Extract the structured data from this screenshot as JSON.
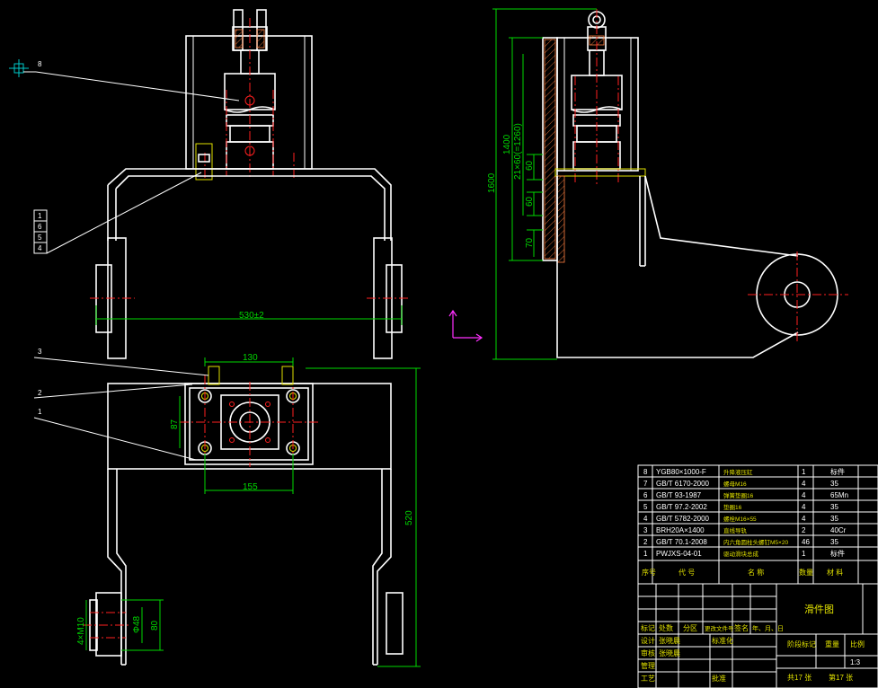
{
  "balloons": {
    "b8": "8",
    "b1": "1",
    "b6": "6",
    "b5": "5",
    "b4": "4",
    "b3": "3",
    "b2": "2",
    "b1b": "1"
  },
  "dims": {
    "d530": "530±2",
    "d130": "130",
    "d87": "87",
    "d155": "155",
    "d520": "520",
    "d4m10": "4×M10",
    "d48": "Φ48",
    "d80": "80",
    "d1600": "1600",
    "d1400": "1400",
    "d21x60": "21×60(=1260)",
    "d60a": "60",
    "d60b": "60",
    "d70": "70"
  },
  "bom": {
    "rows": [
      {
        "no": "8",
        "code": "YGB80×1000-F",
        "name": "升降液压缸",
        "qty": "1",
        "mat": "标件",
        "note": ""
      },
      {
        "no": "7",
        "code": "GB/T 6170-2000",
        "name": "螺母M16",
        "qty": "4",
        "mat": "35",
        "note": ""
      },
      {
        "no": "6",
        "code": "GB/T 93-1987",
        "name": "弹簧垫圈16",
        "qty": "4",
        "mat": "65Mn",
        "note": ""
      },
      {
        "no": "5",
        "code": "GB/T 97.2-2002",
        "name": "垫圈16",
        "qty": "4",
        "mat": "35",
        "note": ""
      },
      {
        "no": "4",
        "code": "GB/T 5782-2000",
        "name": "螺栓M16×55",
        "qty": "4",
        "mat": "35",
        "note": ""
      },
      {
        "no": "3",
        "code": "BRH20A×1400",
        "name": "直线导轨",
        "qty": "2",
        "mat": "40Cr",
        "note": ""
      },
      {
        "no": "2",
        "code": "GB/T 70.1-2008",
        "name": "内六角圆柱头螺钉M5×20",
        "qty": "46",
        "mat": "35",
        "note": ""
      },
      {
        "no": "1",
        "code": "PWJXS-04-01",
        "name": "驱动滑块总成",
        "qty": "1",
        "mat": "标件",
        "note": ""
      }
    ],
    "header": {
      "no": "序号",
      "code": "代 号",
      "name": "名 称",
      "qty": "数量",
      "mat": "材 料"
    }
  },
  "titleblock": {
    "drawing_name": "滑件图",
    "rev_headers": [
      "标记",
      "处数",
      "分区",
      "更改文件号",
      "签名",
      "年、月、日"
    ],
    "roles": [
      "设计",
      "审核",
      "管理",
      "工艺"
    ],
    "role_marks": [
      "标准化",
      "批准"
    ],
    "signers": [
      "张晓晨",
      "张晓晨"
    ],
    "stage_label": "阶段标记",
    "weight_label": "重量",
    "scale_label": "比例",
    "scale": "1:3",
    "total_sheets": "共17 张",
    "sheet_no": "第17 张"
  }
}
